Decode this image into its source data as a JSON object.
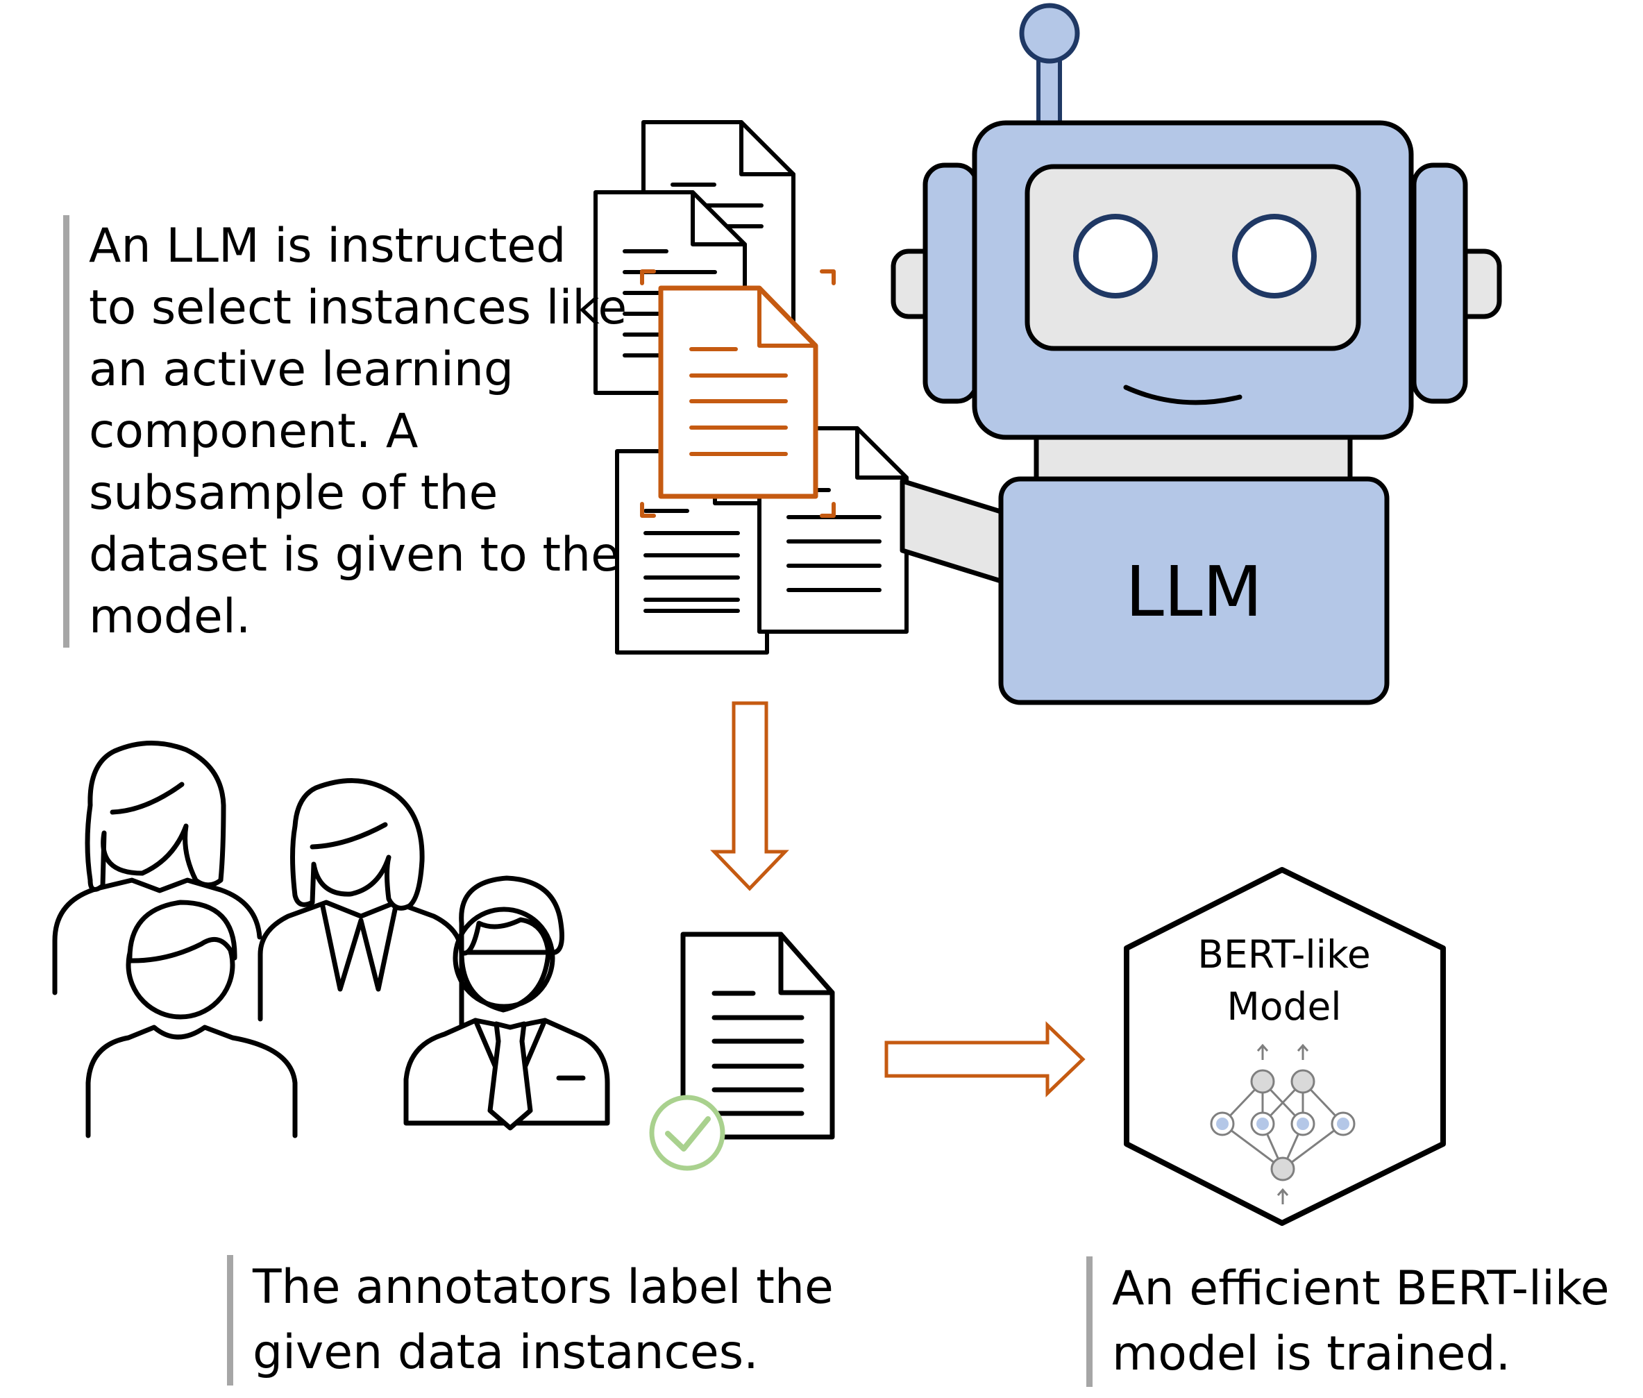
{
  "colors": {
    "robot_fill": "#b4c7e7",
    "robot_face": "#e6e6e6",
    "robot_outline": "#000000",
    "antenna_outline": "#1f3864",
    "accent_orange": "#c55a11",
    "check_green": "#a9d18e",
    "caption_bar": "#a6a6a6",
    "node_gray": "#d9d9d9",
    "node_blue": "#b4c7e7"
  },
  "icons": {
    "documents": "document-stack-icon",
    "selected_document": "selected-document-icon",
    "robot": "robot-icon",
    "annotators": "people-group-icon",
    "labeled_document": "labeled-document-icon",
    "check": "check-circle-icon",
    "neural_network": "neural-network-icon"
  },
  "robot": {
    "label": "LLM"
  },
  "bert_model": {
    "title_line1": "BERT-like",
    "title_line2": "Model"
  },
  "captions": {
    "llm": {
      "lines": [
        "An LLM is instructed",
        "to select instances like",
        "an active learning",
        "component. A",
        "subsample of the",
        "dataset is given to the",
        "model."
      ]
    },
    "annotators": {
      "lines": [
        "The annotators label the",
        "given data instances."
      ]
    },
    "bert": {
      "lines": [
        "An efficient BERT-like",
        "model is trained."
      ]
    }
  }
}
